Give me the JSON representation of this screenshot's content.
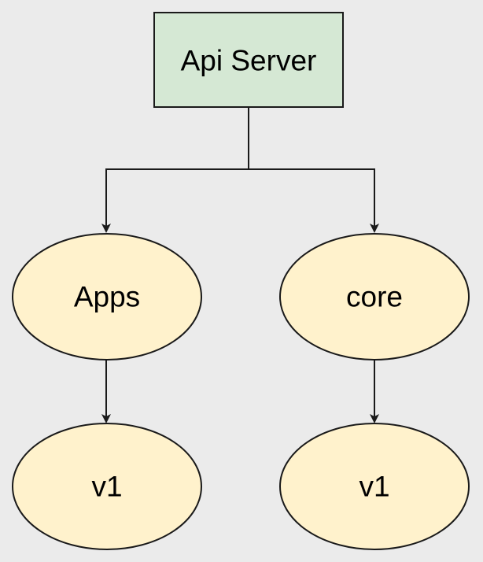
{
  "diagram": {
    "colors": {
      "background": "#ebebeb",
      "root_fill": "#d5e8d4",
      "node_fill": "#fff2cc",
      "stroke": "#1a1a1a"
    },
    "nodes": {
      "root": {
        "label": "Api Server",
        "shape": "rectangle"
      },
      "apps": {
        "label": "Apps",
        "shape": "ellipse"
      },
      "core": {
        "label": "core",
        "shape": "ellipse"
      },
      "apps_v1": {
        "label": "v1",
        "shape": "ellipse"
      },
      "core_v1": {
        "label": "v1",
        "shape": "ellipse"
      }
    },
    "edges": [
      {
        "from": "root",
        "to": "apps"
      },
      {
        "from": "root",
        "to": "core"
      },
      {
        "from": "apps",
        "to": "apps_v1"
      },
      {
        "from": "core",
        "to": "core_v1"
      }
    ]
  }
}
